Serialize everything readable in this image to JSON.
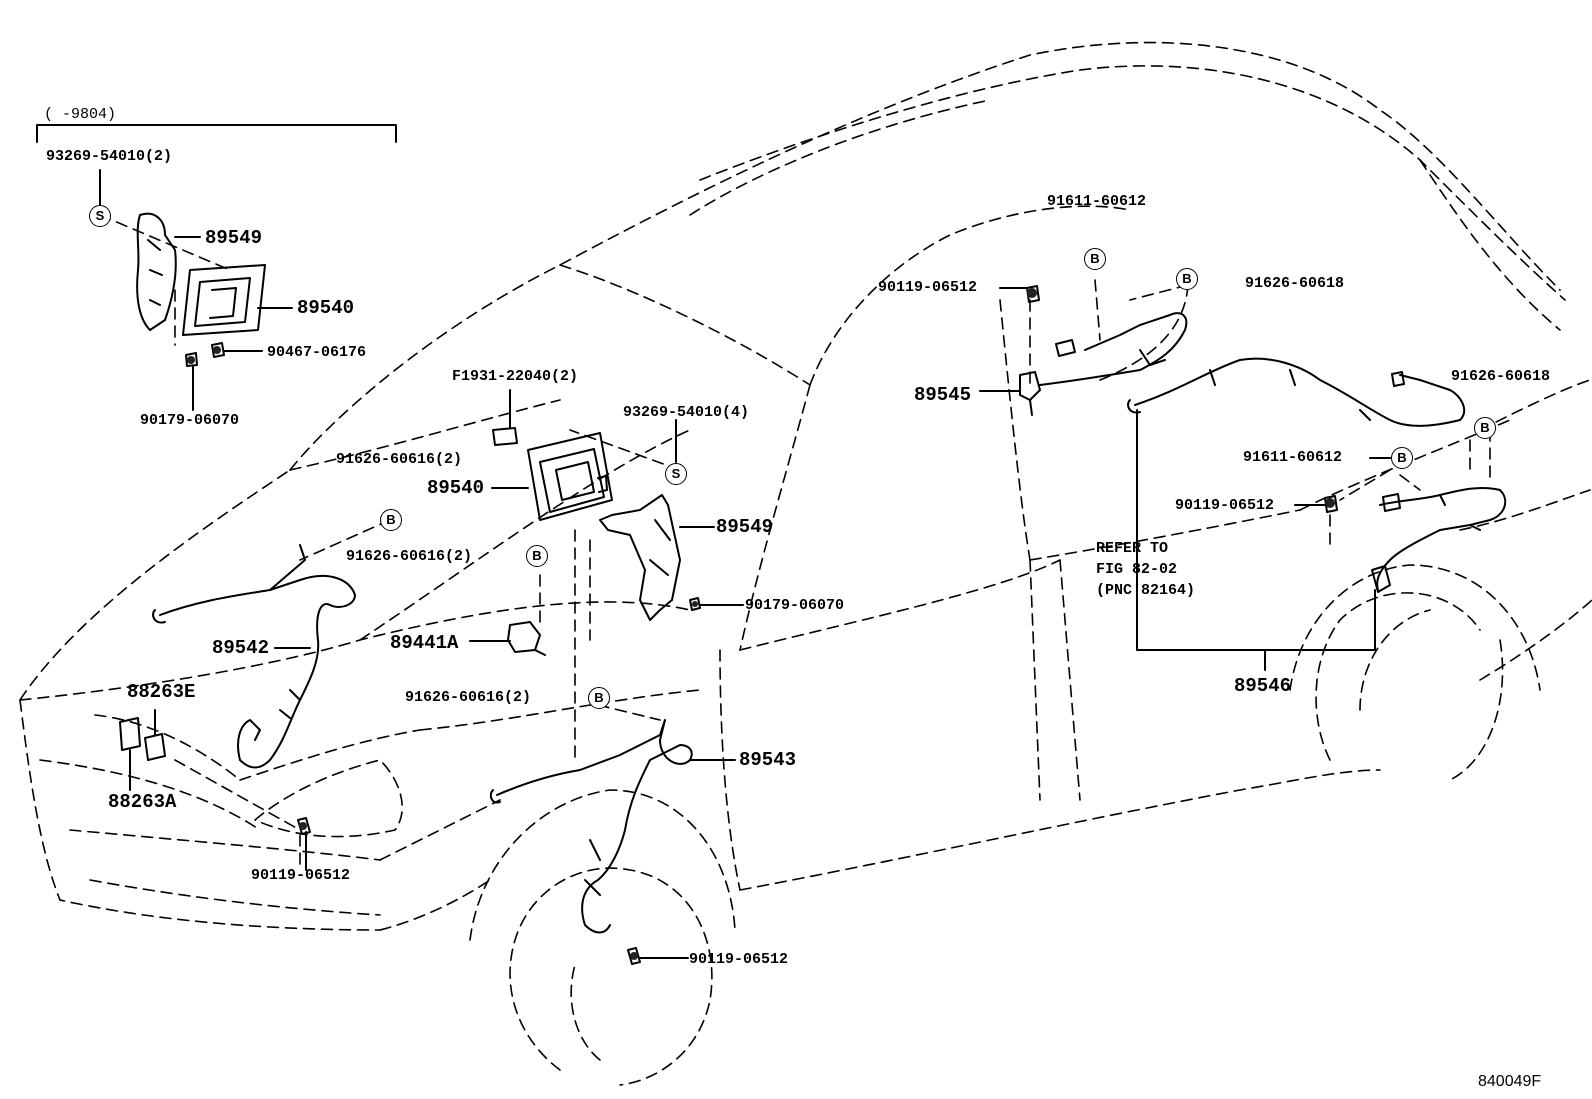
{
  "header": {
    "range_label": "(       -9804)"
  },
  "figure_code": "840049F",
  "symbols": {
    "S": "S",
    "B": "B"
  },
  "refer_note": {
    "line1": "REFER TO",
    "line2": "FIG 82-02",
    "line3": "(PNC 82164)"
  },
  "parts": {
    "p93269_54010_2": "93269-54010(2)",
    "p89549_inset": "89549",
    "p89540_inset": "89540",
    "p90467_06176": "90467-06176",
    "p90179_06070_inset": "90179-06070",
    "pF1931_22040": "F1931-22040(2)",
    "p93269_54010_4": "93269-54010(4)",
    "p91626_60616_a": "91626-60616(2)",
    "p89540_main": "89540",
    "p89549_main": "89549",
    "p91626_60616_b": "91626-60616(2)",
    "p90179_06070_main": "90179-06070",
    "p89441A": "89441A",
    "p89542": "89542",
    "p88263E": "88263E",
    "p88263A": "88263A",
    "p91626_60616_c": "91626-60616(2)",
    "p89543": "89543",
    "p90119_06512_front": "90119-06512",
    "p90119_06512_wheel": "90119-06512",
    "p91611_60612_top": "91611-60612",
    "p90119_06512_top": "90119-06512",
    "p91626_60618_top": "91626-60618",
    "p89545": "89545",
    "p91626_60618_right": "91626-60618",
    "p91611_60612_right": "91611-60612",
    "p90119_06512_right": "90119-06512",
    "p89546": "89546"
  }
}
